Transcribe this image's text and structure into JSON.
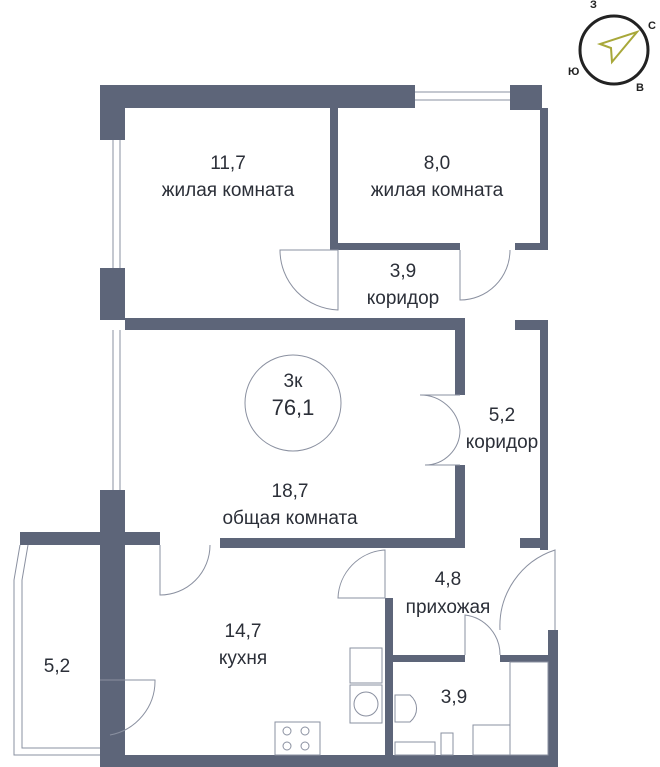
{
  "plan": {
    "type_label": "3к",
    "total_area": "76,1",
    "rooms": [
      {
        "area": "11,7",
        "name": "жилая комната"
      },
      {
        "area": "8,0",
        "name": "жилая комната"
      },
      {
        "area": "3,9",
        "name": "коридор"
      },
      {
        "area": "5,2",
        "name": "коридор"
      },
      {
        "area": "18,7",
        "name": "общая комната"
      },
      {
        "area": "4,8",
        "name": "прихожая"
      },
      {
        "area": "14,7",
        "name": "кухня"
      },
      {
        "area": "5,2",
        "name": ""
      },
      {
        "area": "3,9",
        "name": ""
      }
    ]
  },
  "compass": {
    "n": "С",
    "s": "Ю",
    "e": "В",
    "w": "З",
    "arrow_color": "#a8a83a"
  },
  "colors": {
    "wall": "#5d6579"
  }
}
